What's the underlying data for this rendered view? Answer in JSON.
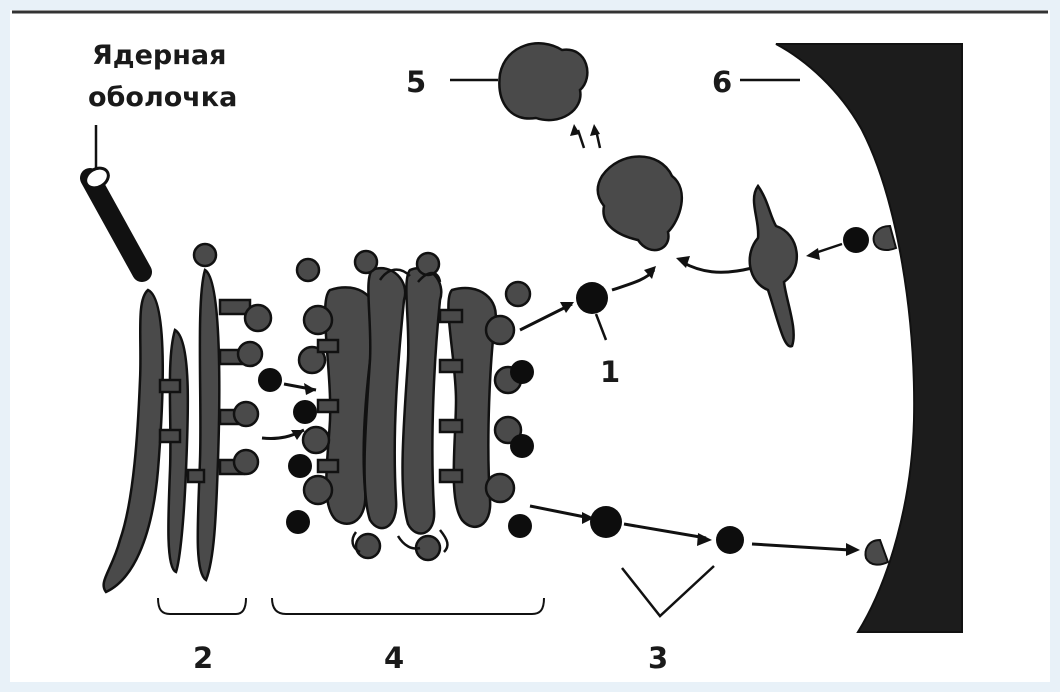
{
  "labels": {
    "nuclear_envelope_line1": "Ядерная",
    "nuclear_envelope_line2": "оболочка",
    "n1": "1",
    "n2": "2",
    "n3": "3",
    "n4": "4",
    "n5": "5",
    "n6": "6"
  },
  "colors": {
    "background": "#ffffff",
    "border": "#e8f1f8",
    "organelle_fill": "#4a4a4a",
    "vesicle_fill": "#0d0d0d",
    "membrane_fill": "#1c1c1c",
    "stroke": "#111111"
  }
}
